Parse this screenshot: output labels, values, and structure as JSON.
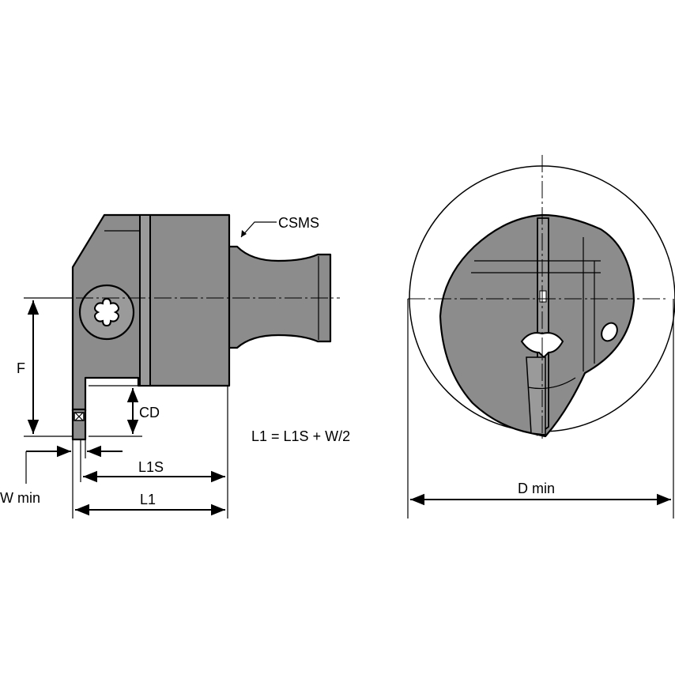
{
  "labels": {
    "csms": "CSMS",
    "f": "F",
    "cd": "CD",
    "formula": "L1 = L1S + W/2",
    "l1s": "L1S",
    "w_min": "W min",
    "l1": "L1",
    "d_min": "D min"
  },
  "colors": {
    "body_fill": "#8c8c8c",
    "outline": "#000000",
    "background": "#ffffff"
  }
}
